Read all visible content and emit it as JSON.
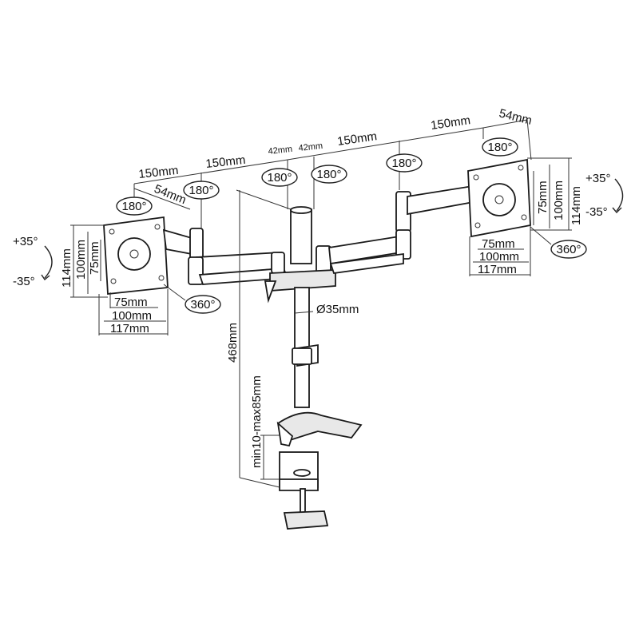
{
  "dimensions": {
    "arm_150_left": "150mm",
    "arm_150_left_b": "150mm",
    "arm_150_mid": "150mm",
    "arm_150_right": "150mm",
    "arm_54_left": "54mm",
    "arm_54_right": "54mm",
    "pole_42_a": "42mm",
    "pole_42_b": "42mm",
    "pole_diameter": "Ø35mm",
    "pole_height": "468mm",
    "clamp_range": "min10-max85mm",
    "left_vesa_h_75": "75mm",
    "left_vesa_h_100": "100mm",
    "left_vesa_h_117": "117mm",
    "left_vesa_v_114": "114mm",
    "left_vesa_v_100": "100mm",
    "left_vesa_v_75": "75mm",
    "right_vesa_h_75": "75mm",
    "right_vesa_h_100": "100mm",
    "right_vesa_h_117": "117mm",
    "right_vesa_v_75": "75mm",
    "right_vesa_v_100": "100mm",
    "right_vesa_v_114": "114mm"
  },
  "rotation_badges": {
    "b1": "180°",
    "b2": "180°",
    "b3": "180°",
    "b4": "180°",
    "b5": "180°",
    "b6": "180°",
    "left_360": "360°",
    "right_360": "360°"
  },
  "tilt": {
    "left_up": "+35°",
    "left_down": "-35°",
    "right_up": "+35°",
    "right_down": "-35°"
  }
}
